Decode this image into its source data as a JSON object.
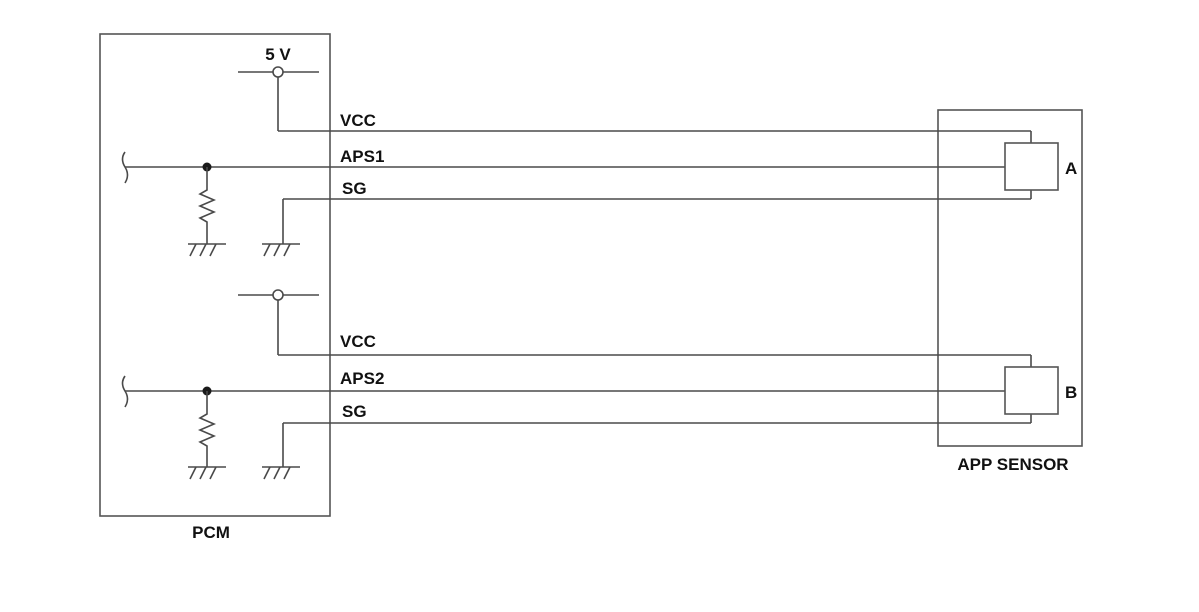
{
  "pcm": {
    "label": "PCM",
    "supply_label": "5 V"
  },
  "sensor": {
    "label": "APP SENSOR",
    "element_a": "A",
    "element_b": "B"
  },
  "circuit_1": {
    "vcc": "VCC",
    "signal": "APS1",
    "ground": "SG"
  },
  "circuit_2": {
    "vcc": "VCC",
    "signal": "APS2",
    "ground": "SG"
  }
}
